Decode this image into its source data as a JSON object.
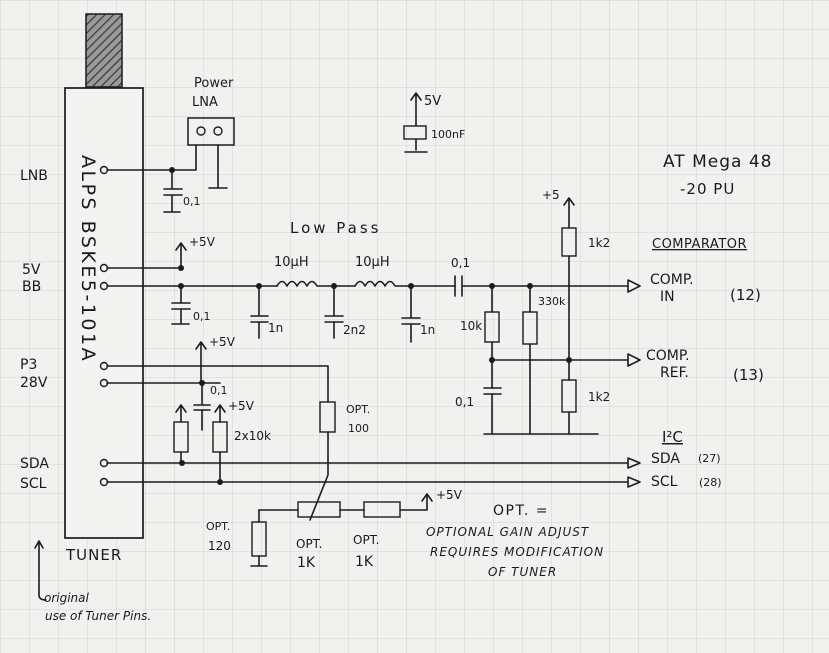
{
  "tuner": {
    "part_number": "ALPS BSKE5-101A",
    "label": "TUNER",
    "pins": {
      "lnb": "LNB",
      "v5_line1": "5V",
      "v5_line2": "BB",
      "p3_line1": "P3",
      "p3_line2": "28V",
      "sda": "SDA",
      "scl": "SCL"
    }
  },
  "power": {
    "title_line1": "Power",
    "title_line2": "LNA",
    "supply_5v_top": "5V",
    "decoupling_cap": "100nF",
    "plus5v": "+5V",
    "plus5": "+5"
  },
  "mcu": {
    "line1": "AT Mega 48",
    "line2": "-20 PU"
  },
  "filter": {
    "title": "Low Pass",
    "inductor1": "10µH",
    "inductor2": "10µH",
    "cap_lnb": "0,1",
    "cap_5v": "0,1",
    "cap_c1": "1n",
    "cap_c2": "2n2",
    "cap_c3": "1n",
    "coupling_cap": "0,1",
    "r_10k": "10k",
    "r_330k": "330k",
    "cap_ref": "0,1",
    "r_1k2_top": "1k2",
    "r_1k2_bottom": "1k2"
  },
  "comparator": {
    "title": "COMPARATOR",
    "comp_in_line1": "COMP.",
    "comp_in_line2": "IN",
    "comp_in_pin": "(12)",
    "comp_ref_line1": "COMP.",
    "comp_ref_line2": "REF.",
    "comp_ref_pin": "(13)"
  },
  "i2c": {
    "title": "I²C",
    "sda": "SDA",
    "sda_pin": "(27)",
    "scl": "SCL",
    "scl_pin": "(28)"
  },
  "gain": {
    "opt_100_line1": "OPT.",
    "opt_100_line2": "100",
    "divider": "2x10k",
    "cap_small": "0,1",
    "opt_120_line1": "OPT.",
    "opt_120_line2": "120",
    "opt_pot_line1": "OPT.",
    "opt_pot_line2": "1K",
    "opt_r_line1": "OPT.",
    "opt_r_line2": "1K",
    "note_title": "OPT. =",
    "note_line1": "OPTIONAL GAIN ADJUST",
    "note_line2": "REQUIRES MODIFICATION",
    "note_line3": "OF TUNER"
  },
  "footnote": {
    "line1": "original",
    "line2": "use of Tuner Pins."
  }
}
